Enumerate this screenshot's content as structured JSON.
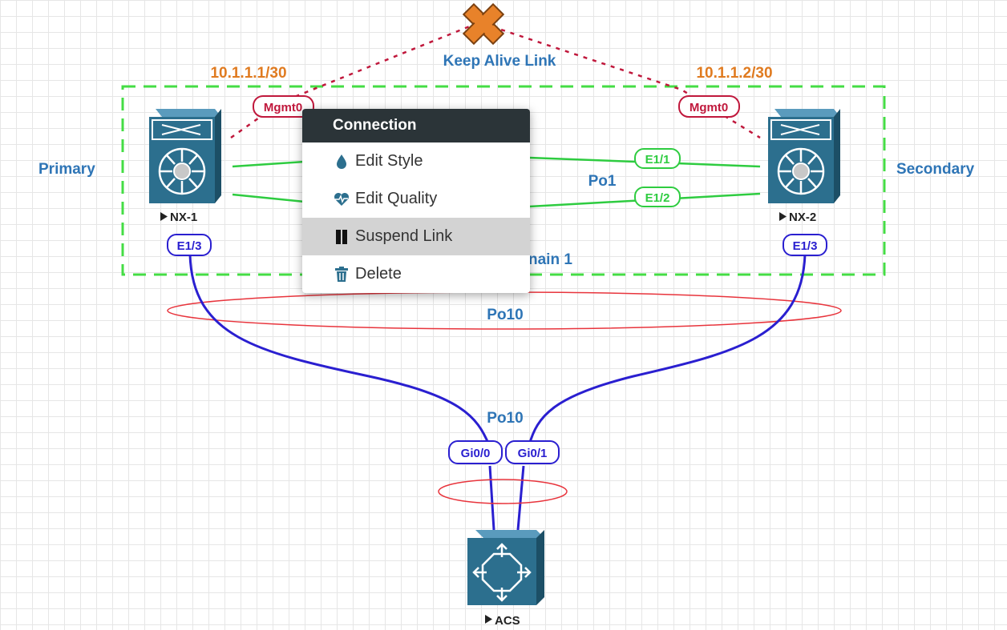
{
  "devices": [
    {
      "label": "NX-1",
      "role": "Primary",
      "mgmt_ip": "10.1.1.1/30",
      "mgmt_port": "Mgmt0",
      "uplink_port": "E1/3"
    },
    {
      "label": "NX-2",
      "role": "Secondary",
      "mgmt_ip": "10.1.1.2/30",
      "mgmt_port": "Mgmt0",
      "uplink_port": "E1/3"
    },
    {
      "label": "ACS",
      "ports": [
        "Gi0/0",
        "Gi0/1"
      ]
    }
  ],
  "links": {
    "keepalive": "Keep Alive Link",
    "peer_link": "Po1",
    "peer_ports": [
      "E1/1",
      "E1/2"
    ],
    "domain": "nain 1",
    "port_channel_top": "Po10",
    "port_channel_bottom": "Po10"
  },
  "context_menu": {
    "title": "Connection",
    "items": [
      {
        "label": "Edit Style",
        "icon": "drop-icon"
      },
      {
        "label": "Edit Quality",
        "icon": "heartbeat-icon"
      },
      {
        "label": "Suspend Link",
        "icon": "pause-icon",
        "active": true
      },
      {
        "label": "Delete",
        "icon": "trash-icon"
      }
    ]
  },
  "colors": {
    "accent_blue": "#2e75b6",
    "ip_orange": "#e07b20",
    "mgmt_red": "#c0183c",
    "link_green": "#2ecc40",
    "uplink_blue": "#2a1fd0",
    "domain_dash": "#44dd44",
    "device_teal": "#2c6f8e"
  }
}
